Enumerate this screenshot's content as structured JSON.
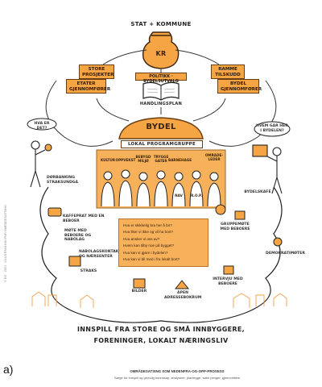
{
  "diagram": {
    "top_title": "STAT + KOMMUNE",
    "center_badge": "KR",
    "boxes": {
      "store_prosjekter": "STORE PROSJEKTER",
      "etater": "ETATER GJENNOMFØRER",
      "politikk": "POLITIKK · BYDELSUTVALG",
      "ramme": "RAMME TILSKUDD",
      "bydel_gjennomforer": "BYDEL GJENNOMFØRER"
    },
    "handlingsplan": "HANDLINGSPLAN",
    "bydel_title": "BYDEL",
    "programgruppe": "LOKAL PROGRAMGRUPPE",
    "panel_labels": [
      "KULTUR",
      "OPPVEKST",
      "BEBYGD MILJØ",
      "TRYGGE GATER",
      "BARNEHAGE",
      "OMRÅDE-LEDER"
    ],
    "panel_names": [
      "NAV",
      "R.O.P."
    ],
    "left_bubble": "HVA ER DET?",
    "right_bubble": "HVEM GÅR HER I BYDELEN?",
    "left_person_label": "DØRBANKING STRAKSUNDGÅ",
    "left_items": [
      "KAFFEPRAT MED EN BEBOER",
      "MØTE MED BEBOERE OG NABOLAG",
      "NABOLAGSKONTAKTER OG NÆRSENTER"
    ],
    "right_person_label": "BYDELSKAFÉ",
    "right_items": [
      "GRUPPEMØTE MED BEBOERE",
      "DEMOKRATIMØTER",
      "INTERVJU MED BEBOERE"
    ],
    "questions": [
      "Hva er skikkelig bra her å bo?",
      "Hva liker vi ikke og vil ha bort?",
      "Hva ønsker vi oss av?",
      "Hvem kan tilby noe på bygget?",
      "Hva kan vi gjøre i bydelen?",
      "Hva kan vi bli med i fra lokalt bort?"
    ],
    "bottom_icons": [
      "BILDER",
      "ÅPEN ADRESSEBOKRUM",
      "STRAKS"
    ],
    "bottom_text_line1": "INNSPILL FRA STORE OG SMÅ INNBYGGERE,",
    "bottom_text_line2": "FORENINGER, LOKALT NÆRINGSLIV",
    "vertical_credit": "© EG · 2021 · ILLUSTRASJON FOR OMRÅDESATSING",
    "panel_caption": "a)",
    "caption_title": "OMRÅDESATSING SOM NEDENFRA-OG-OPP-PROSESS",
    "caption_subtitle": "Sørge for innspill og grundig kunnskap, analysere, planlegge, søke penger, gjennomføre"
  },
  "colors": {
    "accent": "#f6a545",
    "ink": "#222222",
    "outline": "#6b3d10"
  }
}
